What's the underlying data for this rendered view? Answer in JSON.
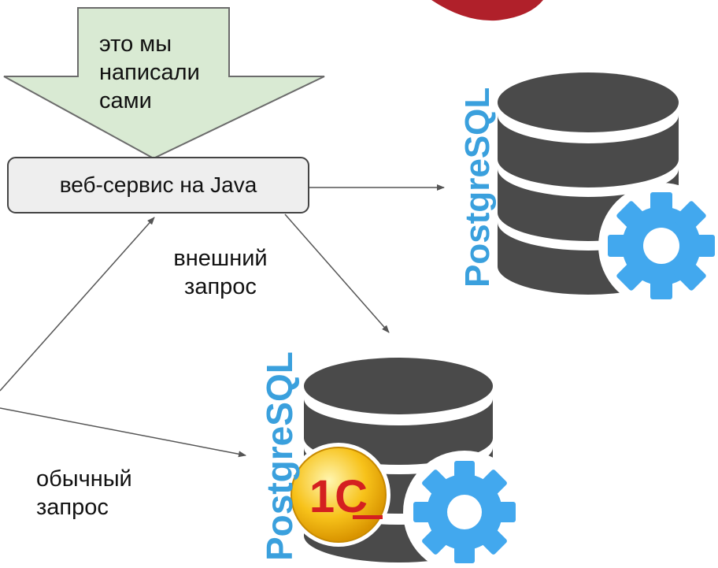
{
  "callout": {
    "text_lines": [
      "это мы",
      "написали",
      "сами"
    ],
    "fill": "#d9ead3",
    "stroke": "#6b6b6b"
  },
  "web_service": {
    "label": "веб-сервис на Java",
    "fill": "#eeeeee",
    "stroke": "#444444"
  },
  "edges": {
    "external_request_label": [
      "внешний",
      "запрос"
    ],
    "normal_request_label": [
      "обычный",
      "запрос"
    ]
  },
  "databases": {
    "top": {
      "name": "PostgreSQL",
      "icon": "database-gear-icon"
    },
    "bottom": {
      "name": "PostgreSQL",
      "icon": "database-gear-1c-icon",
      "badge": "1С"
    }
  },
  "colors": {
    "db_body": "#4a4a4a",
    "gear": "#42a8ee",
    "postgres_text": "#3aa0dd",
    "arrow": "#555555",
    "top_circle": "#b0202a"
  }
}
